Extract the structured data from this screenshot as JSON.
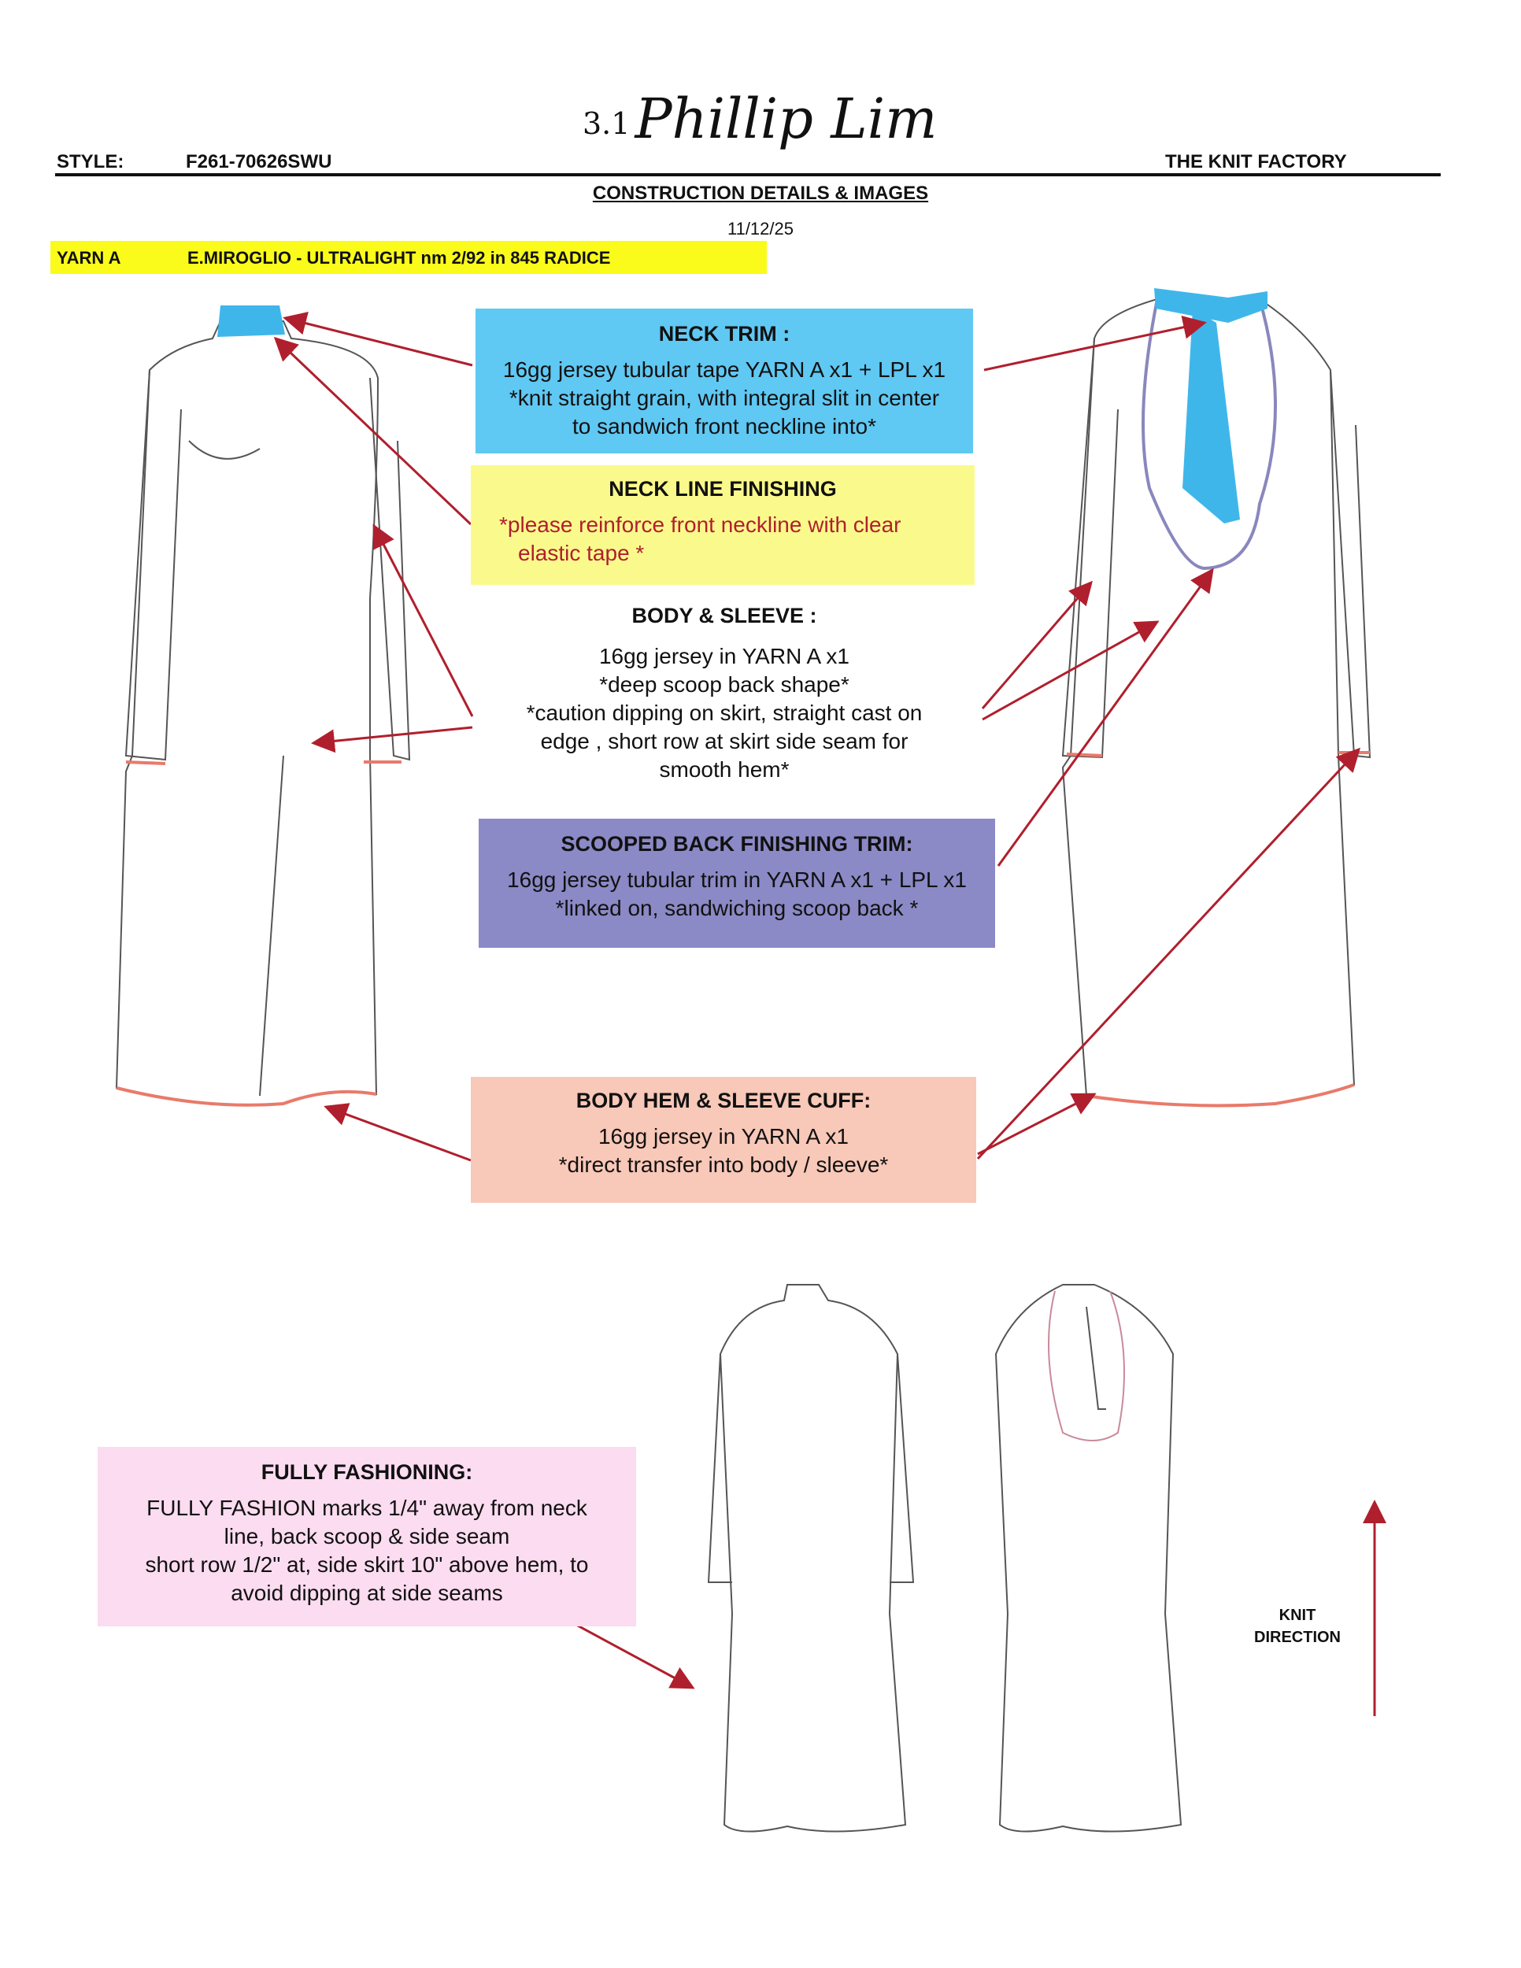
{
  "logo": {
    "prefix": "3.1",
    "name": "Phillip Lim"
  },
  "header": {
    "style_label": "STYLE:",
    "style_value": "F261-70626SWU",
    "factory": "THE KNIT FACTORY"
  },
  "title": "CONSTRUCTION DETAILS & IMAGES",
  "date": "11/12/25",
  "yarn": {
    "label": "YARN A",
    "value": "E.MIROGLIO - ULTRALIGHT nm 2/92 in 845 RADICE"
  },
  "neck_trim": {
    "heading": "NECK TRIM :",
    "lines": [
      "16gg jersey tubular tape YARN A x1 + LPL x1",
      "*knit straight grain, with integral slit in center",
      "to sandwich front neckline into*"
    ]
  },
  "neck_line": {
    "heading": "NECK LINE FINISHING",
    "lines": [
      "*please reinforce front neckline with clear",
      "elastic tape *"
    ]
  },
  "body_sleeve": {
    "heading": "BODY & SLEEVE :",
    "lines": [
      "16gg jersey in YARN A x1",
      "*deep scoop back shape*",
      "*caution dipping on skirt, straight cast on",
      "edge , short row at skirt side seam for",
      "smooth hem*"
    ]
  },
  "scoop_trim": {
    "heading": "SCOOPED BACK FINISHING TRIM:",
    "lines": [
      "16gg jersey tubular trim in YARN A x1 + LPL x1",
      "*linked on, sandwiching scoop back *"
    ]
  },
  "hem_cuff": {
    "heading": "BODY HEM & SLEEVE CUFF:",
    "lines": [
      "16gg jersey in YARN A x1",
      "*direct transfer into body / sleeve*"
    ]
  },
  "fully_fashioning": {
    "heading": "FULLY FASHIONING:",
    "lines": [
      "FULLY FASHION marks 1/4\" away from neck",
      "line, back scoop & side seam",
      "short row  1/2\" at,  side skirt 10\" above hem, to",
      "avoid dipping at side seams"
    ]
  },
  "knit_direction": {
    "line1": "KNIT",
    "line2": "DIRECTION"
  },
  "colors": {
    "neck_trim": "#5fc8f3",
    "neck_line": "#fafa8c",
    "scoop": "#8b89c6",
    "hem": "#f8c8b8",
    "ff": "#fbdcf0",
    "yarn": "#fbfb1b",
    "arrow": "#b01f2d"
  }
}
